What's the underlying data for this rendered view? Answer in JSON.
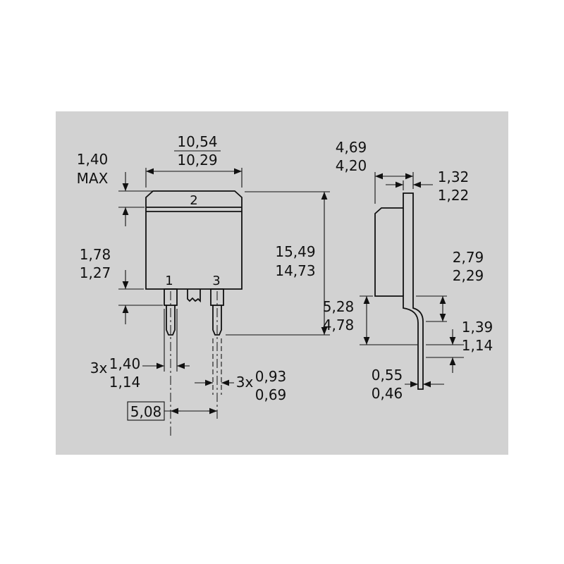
{
  "colors": {
    "background": "#ffffff",
    "panel": "#d2d2d2",
    "line": "#111111"
  },
  "front_view": {
    "pin1": "1",
    "pin2": "2",
    "pin3": "3",
    "body_width": {
      "max": "10,54",
      "min": "10,29"
    },
    "tab_height": {
      "value": "1,40",
      "qualifier": "MAX"
    },
    "lead_shoulder": {
      "max": "1,78",
      "min": "1,27"
    },
    "overall_length": {
      "max": "15,49",
      "min": "14,73"
    },
    "lead_width": {
      "count": "3x",
      "max": "1,40",
      "min": "1,14"
    },
    "lead_tip_width": {
      "count": "3x",
      "max": "0,93",
      "min": "0,69"
    },
    "lead_pitch": "5,08"
  },
  "side_view": {
    "body_depth": {
      "max": "4,69",
      "min": "4,20"
    },
    "tab_thickness": {
      "max": "1,32",
      "min": "1,22"
    },
    "lead_bend": {
      "max": "2,79",
      "min": "2,29"
    },
    "tab_extension": {
      "max": "5,28",
      "min": "4,78"
    },
    "foot_height": {
      "max": "1,39",
      "min": "1,14"
    },
    "lead_thickness": {
      "max": "0,55",
      "min": "0,46"
    }
  }
}
